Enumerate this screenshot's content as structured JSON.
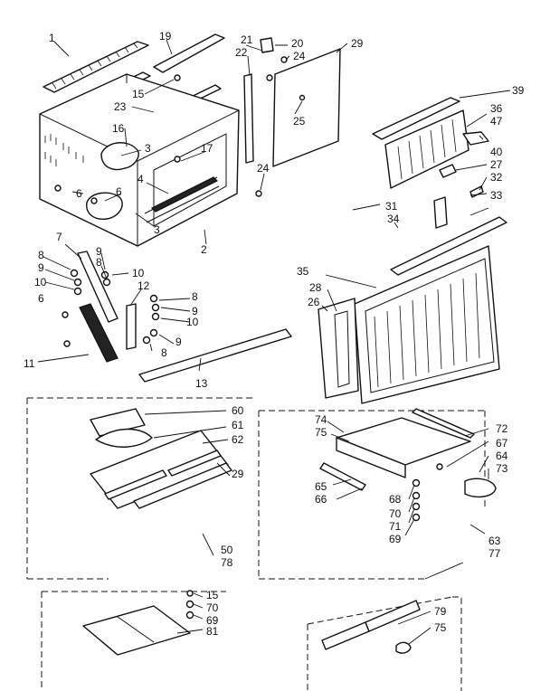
{
  "callouts": {
    "c1": "1",
    "c19": "19",
    "c21": "21",
    "c20": "20",
    "c22": "22",
    "c24a": "24",
    "c29a": "29",
    "c15a": "15",
    "c23": "23",
    "c25": "25",
    "c16": "16",
    "c3a": "3",
    "c17": "17",
    "c24b": "24",
    "c4": "4",
    "c6a": "6",
    "c6b": "6",
    "c6c": "6",
    "c3b": "3",
    "c2": "2",
    "c39": "39",
    "c36": "36",
    "c47": "47",
    "c40": "40",
    "c27": "27",
    "c32": "32",
    "c33": "33",
    "c31": "31",
    "c34": "34",
    "c35": "35",
    "c28": "28",
    "c26": "26",
    "c7": "7",
    "c8a": "8",
    "c9a": "9",
    "c10a": "10",
    "c9b": "9",
    "c8b": "8",
    "c10b": "10",
    "c12": "12",
    "c8c": "8",
    "c9c": "9",
    "c10c": "10",
    "c8d": "8",
    "c9d": "9",
    "c11": "11",
    "c13": "13",
    "c60": "60",
    "c61": "61",
    "c62": "62",
    "c29b": "29",
    "c74": "74",
    "c75a": "75",
    "c72": "72",
    "c67": "67",
    "c64": "64",
    "c73": "73",
    "c65": "65",
    "c66": "66",
    "c68": "68",
    "c70a": "70",
    "c71": "71",
    "c69a": "69",
    "c63": "63",
    "c77": "77",
    "c50": "50",
    "c78": "78",
    "c15b": "15",
    "c70b": "70",
    "c69b": "69",
    "c81": "81",
    "c79": "79",
    "c75b": "75"
  },
  "icons": {
    "screw": "screw-icon",
    "washer": "washer-icon",
    "clip": "clip-icon"
  },
  "colors": {
    "ink": "#111111",
    "paper": "#ffffff"
  }
}
